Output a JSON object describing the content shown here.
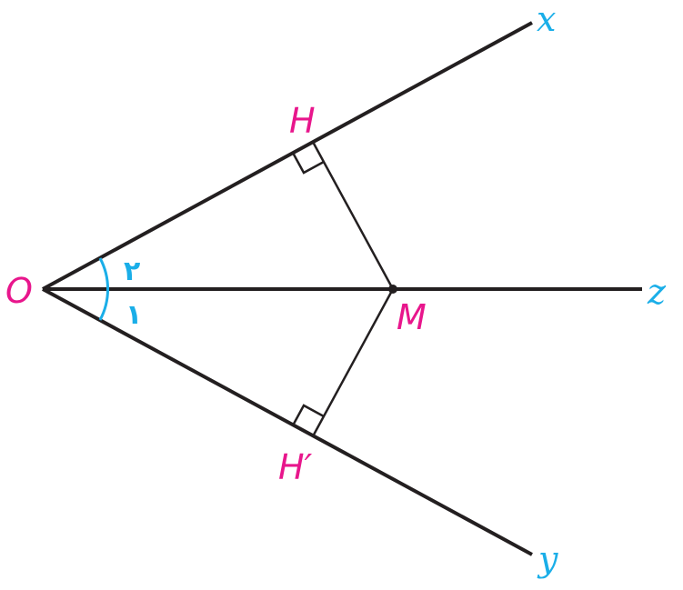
{
  "labels": {
    "O": "O",
    "H": "H",
    "H_prime": "H′",
    "M": "M",
    "x": "x",
    "y": "y",
    "z": "z"
  },
  "angle_labels": {
    "angle1": "١",
    "angle2": "٢"
  },
  "colors": {
    "points": "#e8168c",
    "rays": "#1aaee8",
    "lines": "#231f20"
  }
}
